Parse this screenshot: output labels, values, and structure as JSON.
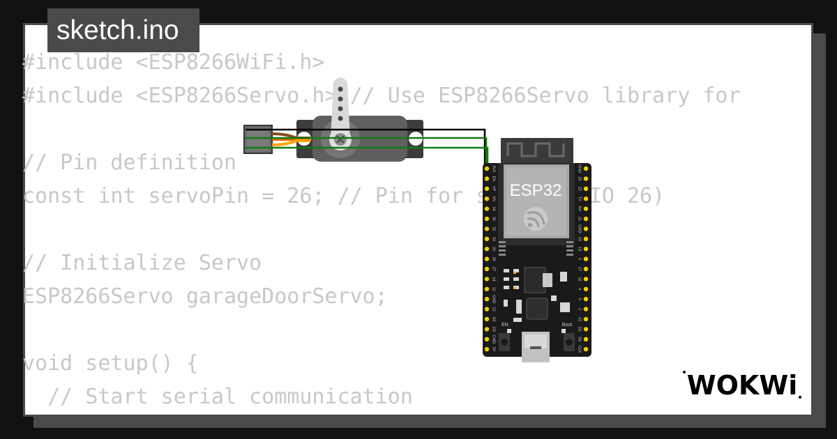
{
  "title": "sketch.ino",
  "code_lines": [
    "#include <ESP8266WiFi.h>",
    "#include <ESP8266Servo.h> // Use ESP8266Servo library for",
    "",
    "// Pin definition",
    "const int servoPin = 26; // Pin for servo (GPIO 26)",
    "",
    "// Initialize Servo",
    "ESP8266Servo garageDoorServo;",
    "",
    "void setup() {",
    "  // Start serial communication"
  ],
  "board": {
    "chip_label": "ESP32",
    "en_label": "EN",
    "boot_label": "Boot",
    "left_pins": [
      "3V3",
      "EN",
      "VP",
      "VN",
      "34",
      "35",
      "32",
      "33",
      "25",
      "26",
      "27",
      "14",
      "12",
      "GND",
      "13",
      "D2",
      "D3",
      "CMD",
      "5V"
    ],
    "right_pins": [
      "GND",
      "23",
      "22",
      "TX",
      "RX",
      "21",
      "GND",
      "19",
      "18",
      "5",
      "17",
      "16",
      "4",
      "0",
      "2",
      "15",
      "D1",
      "D0",
      "CLK"
    ]
  },
  "wires": {
    "vcc_color": "#000000",
    "signal_color": "#117a11",
    "gnd_color": "#117a11"
  },
  "logo_text": "WOKWi",
  "colors": {
    "background": "#111111",
    "frame": "#4a4a4a",
    "card": "#ffffff",
    "code_text": "#c8c8c8",
    "pcb": "#1a1a1a",
    "pin": "#f2d100",
    "servo": "#5a5a5a"
  }
}
